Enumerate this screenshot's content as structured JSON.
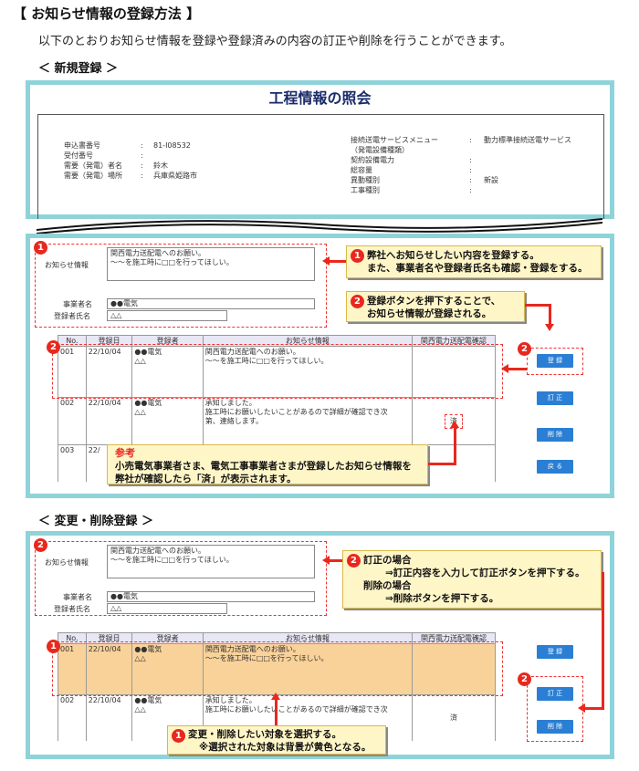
{
  "heading": "【 お知らせ情報の登録方法 】",
  "intro": "以下のとおりお知らせ情報を登録や登録済みの内容の訂正や削除を行うことができます。",
  "section_new": "＜ 新規登録 ＞",
  "section_edit": "＜ 変更・削除登録 ＞",
  "inquiry": {
    "title": "工程情報の照会",
    "left_labels": [
      "申込書番号",
      "受付番号",
      "需要（発電）者名",
      "需要（発電）場所"
    ],
    "left_values": [
      "81-I08532",
      "",
      "鈴木",
      "兵庫県姫路市"
    ],
    "right_labels": [
      "接続送電サービスメニュー",
      "（発電設備種類）",
      "契約設備電力",
      "総容量",
      "異動種別",
      "工事種別"
    ],
    "right_values": [
      "動力標準接続送電サービス",
      "",
      "",
      "",
      "新設",
      ""
    ]
  },
  "form": {
    "notice_label": "お知らせ情報",
    "notice_text_1": "関西電力送配電へのお願い。",
    "notice_text_2": "～～を施工時に□□を行ってほしい。",
    "company_label": "事業者名",
    "company_value": "●●電気",
    "registrant_label": "登録者氏名",
    "registrant_value": "△△"
  },
  "table": {
    "headers": [
      "No.",
      "登録日",
      "登録者",
      "お知らせ情報",
      "関西電力送配電確認"
    ],
    "rows": [
      {
        "no": "001",
        "date": "22/10/04",
        "company": "●●電気",
        "person": "△△",
        "info_1": "関西電力送配電へのお願い。",
        "info_2": "～～を施工時に□□を行ってほしい。",
        "info_3": "",
        "confirm": ""
      },
      {
        "no": "002",
        "date": "22/10/04",
        "company": "●●電気",
        "person": "△△",
        "info_1": "承知しました。",
        "info_2": "施工時にお願いしたいことがあるので詳細が確認でき次",
        "info_3": "第、連絡します。",
        "confirm": "済"
      },
      {
        "no": "003",
        "date": "22/",
        "company": "",
        "person": "",
        "info_1": "",
        "info_2": "",
        "info_3": "",
        "confirm": ""
      }
    ]
  },
  "buttons": {
    "register": "登 録",
    "correct": "訂 正",
    "delete": "削 除",
    "back": "戻 る"
  },
  "callouts": {
    "c1_line1": "弊社へお知らせしたい内容を登録する。",
    "c1_line2": "また、事業者名や登録者氏名も確認・登録をする。",
    "c2_line1": "登録ボタンを押下することで、",
    "c2_line2": "お知らせ情報が登録される。",
    "ref_title": "参考",
    "ref_line1": "小売電気事業者さま、電気工事事業者さまが登録したお知らせ情報を",
    "ref_line2": "弊社が確認したら「済」が表示されます。",
    "e2_line1": "訂正の場合",
    "e2_line2": "⇒訂正内容を入力して訂正ボタンを押下する。",
    "e2_line3": "削除の場合",
    "e2_line4": "⇒削除ボタンを押下する。",
    "e1_line1": "変更・削除したい対象を選択する。",
    "e1_line2": "※選択された対象は背景が黄色となる。"
  },
  "badges": {
    "one": "1",
    "two": "2"
  },
  "colors": {
    "frame": "#8fd3da",
    "highlight": "#f9d29a",
    "accent_red": "#e8281e",
    "button_blue": "#2a7fd4"
  }
}
